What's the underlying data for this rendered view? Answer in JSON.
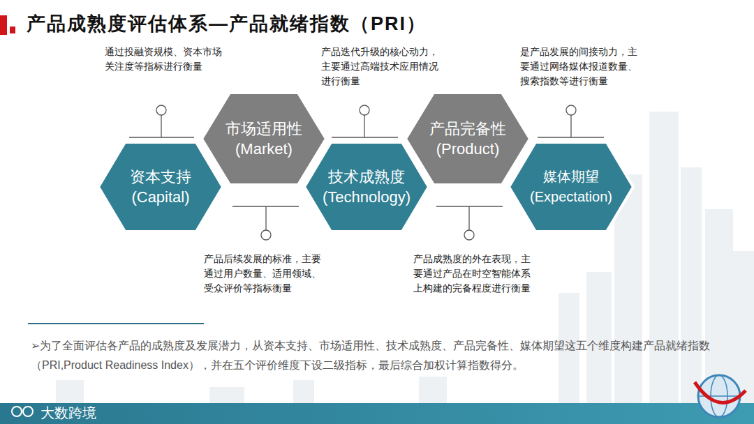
{
  "diagram": {
    "title": "产品成熟度评估体系—产品就绪指数（PRI）",
    "caption": "➢为了全面评估各产品的成熟度及发展潜力，从资本支持、市场适用性、技术成熟度、产品完备性、媒体期望这五个维度构建产品就绪指数（PRI,Product Readiness Index），并在五个评价维度下设二级指标，最后综合加权计算指数得分。",
    "nodes": [
      {
        "text": [
          "资本支持",
          "(Capital)"
        ]
      },
      {
        "text": [
          "市场适用性",
          "(Market)"
        ]
      },
      {
        "text": [
          "技术成熟度",
          "(Technology)"
        ]
      },
      {
        "text": [
          "产品完备性",
          "(Product)"
        ]
      },
      {
        "text": [
          "媒体期望",
          "(Expectation)"
        ]
      }
    ],
    "labels": [
      "通过投融资规模、资本市场关注度等指标进行衡量",
      "产品迭代升级的核心动力，主要通过高端技术应用情况进行衡量",
      "是产品发展的间接动力，主要通过网络媒体报道数量、搜索指数等进行衡量",
      "产品后续发展的标准，主要通过用户数量、适用领域、受众评价等指标衡量",
      "产品成熟度的外在表现，主要通过产品在时空智能体系上构建的完备程度进行衡量",
      "大数跨境"
    ]
  }
}
